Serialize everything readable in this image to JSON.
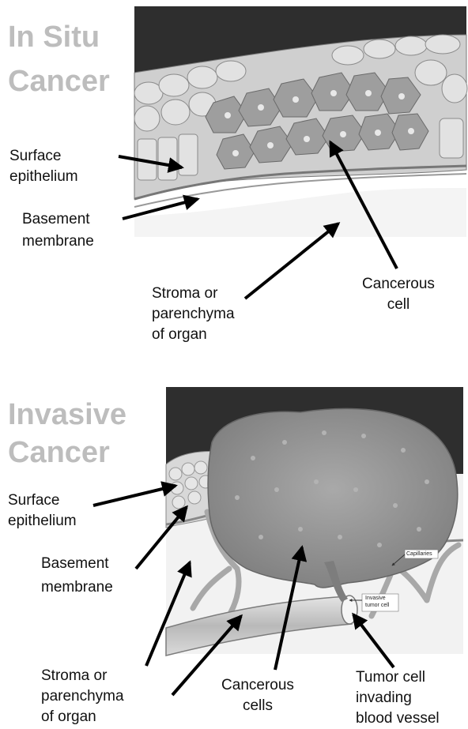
{
  "top_panel": {
    "title_line1": "In Situ",
    "title_line2": "Cancer",
    "surface_epithelium_1": "Surface",
    "surface_epithelium_2": "epithelium",
    "basement_membrane_1": "Basement",
    "basement_membrane_2": "membrane",
    "stroma_1": "Stroma or",
    "stroma_2": "parenchyma",
    "stroma_3": "of organ",
    "cancerous_cell_1": "Cancerous",
    "cancerous_cell_2": "cell"
  },
  "bottom_panel": {
    "title_line1": "Invasive",
    "title_line2": "Cancer",
    "surface_epithelium_1": "Surface",
    "surface_epithelium_2": "epithelium",
    "basement_membrane_1": "Basement",
    "basement_membrane_2": "membrane",
    "stroma_1": "Stroma or",
    "stroma_2": "parenchyma",
    "stroma_3": "of organ",
    "cancerous_cells_1": "Cancerous",
    "cancerous_cells_2": "cells",
    "tumor_cell_1": "Tumor cell",
    "tumor_cell_2": "invading",
    "tumor_cell_3": "blood vessel",
    "inset_capillaries": "Capillaries",
    "inset_invasive_1": "Invasive",
    "inset_invasive_2": "tumor cell"
  },
  "colors": {
    "title_gray": "#bdbdbd",
    "background_dark": "#2e2e2e",
    "tumor_gray": "#8f8f8f",
    "arrow": "#000000"
  }
}
